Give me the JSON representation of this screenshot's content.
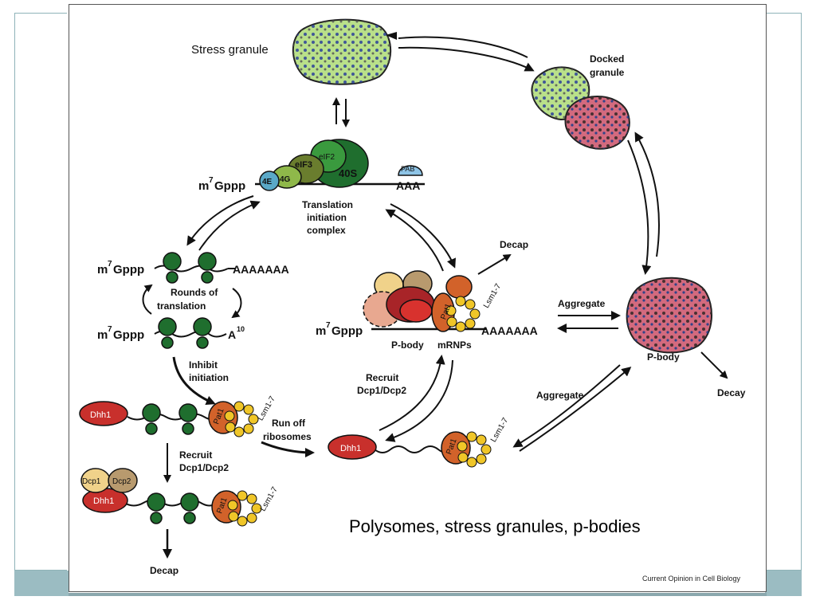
{
  "slide": {
    "title": "Polysomes, stress granules, p-bodies",
    "credit": "Current Opinion in Cell Biology"
  },
  "labels": {
    "stress_granule": "Stress granule",
    "docked_granule_1": "Docked",
    "docked_granule_2": "granule",
    "cap": "Gppp",
    "m": "m",
    "sup7": "7",
    "poly_a_short": "AAA",
    "poly_a_long": "AAAAAAA",
    "a10_base": "A",
    "a10_sup": "10",
    "factor_4e": "4E",
    "factor_4g": "4G",
    "factor_eif3": "eIF3",
    "factor_eif2": "eIF2",
    "factor_40s": "40S",
    "factor_pab": "PAB",
    "tic_1": "Translation",
    "tic_2": "initiation",
    "tic_3": "complex",
    "rounds_1": "Rounds  of",
    "rounds_2": "translation",
    "inhibit_1": "Inhibit",
    "inhibit_2": "initiation",
    "dhh1": "Dhh1",
    "pat1": "Pat1",
    "lsm": "Lsm1-7",
    "dcp1": "Dcp1",
    "dcp2": "Dcp2",
    "recruit": "Recruit",
    "dcp12": "Dcp1/Dcp2",
    "run_off_1": "Run off",
    "run_off_2": "ribosomes",
    "decap": "Decap",
    "pbody_mrnps_1": "P-body",
    "pbody_mrnps_2": "mRNPs",
    "aggregate": "Aggregate",
    "pbody": "P-body",
    "decay": "Decay"
  },
  "colors": {
    "ribosome_green": "#1f6e2e",
    "granule_green": "#b9e08a",
    "pbody_pink": "#d36a7e",
    "dhh1_red": "#c8302c",
    "pat1_orange": "#d2622a",
    "lsm_yellow": "#f0c628",
    "pab_blue": "#8ec4e6",
    "factor_4e_blue": "#5aa9c8"
  }
}
